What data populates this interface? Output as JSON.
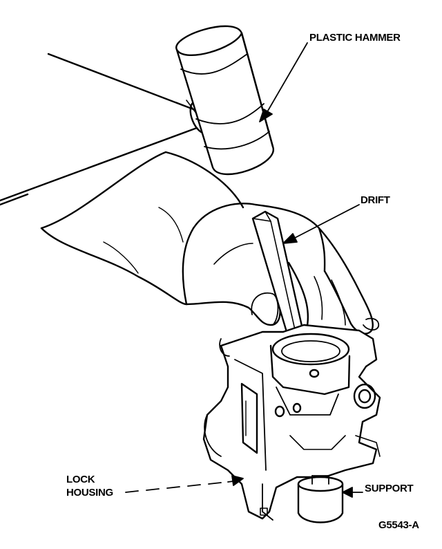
{
  "labels": {
    "plastic_hammer": "PLASTIC HAMMER",
    "drift": "DRIFT",
    "lock_housing_line1": "LOCK",
    "lock_housing_line2": "HOUSING",
    "support": "SUPPORT",
    "figure_code": "G5543-A"
  },
  "colors": {
    "ink": "#000000",
    "paper": "#ffffff"
  }
}
